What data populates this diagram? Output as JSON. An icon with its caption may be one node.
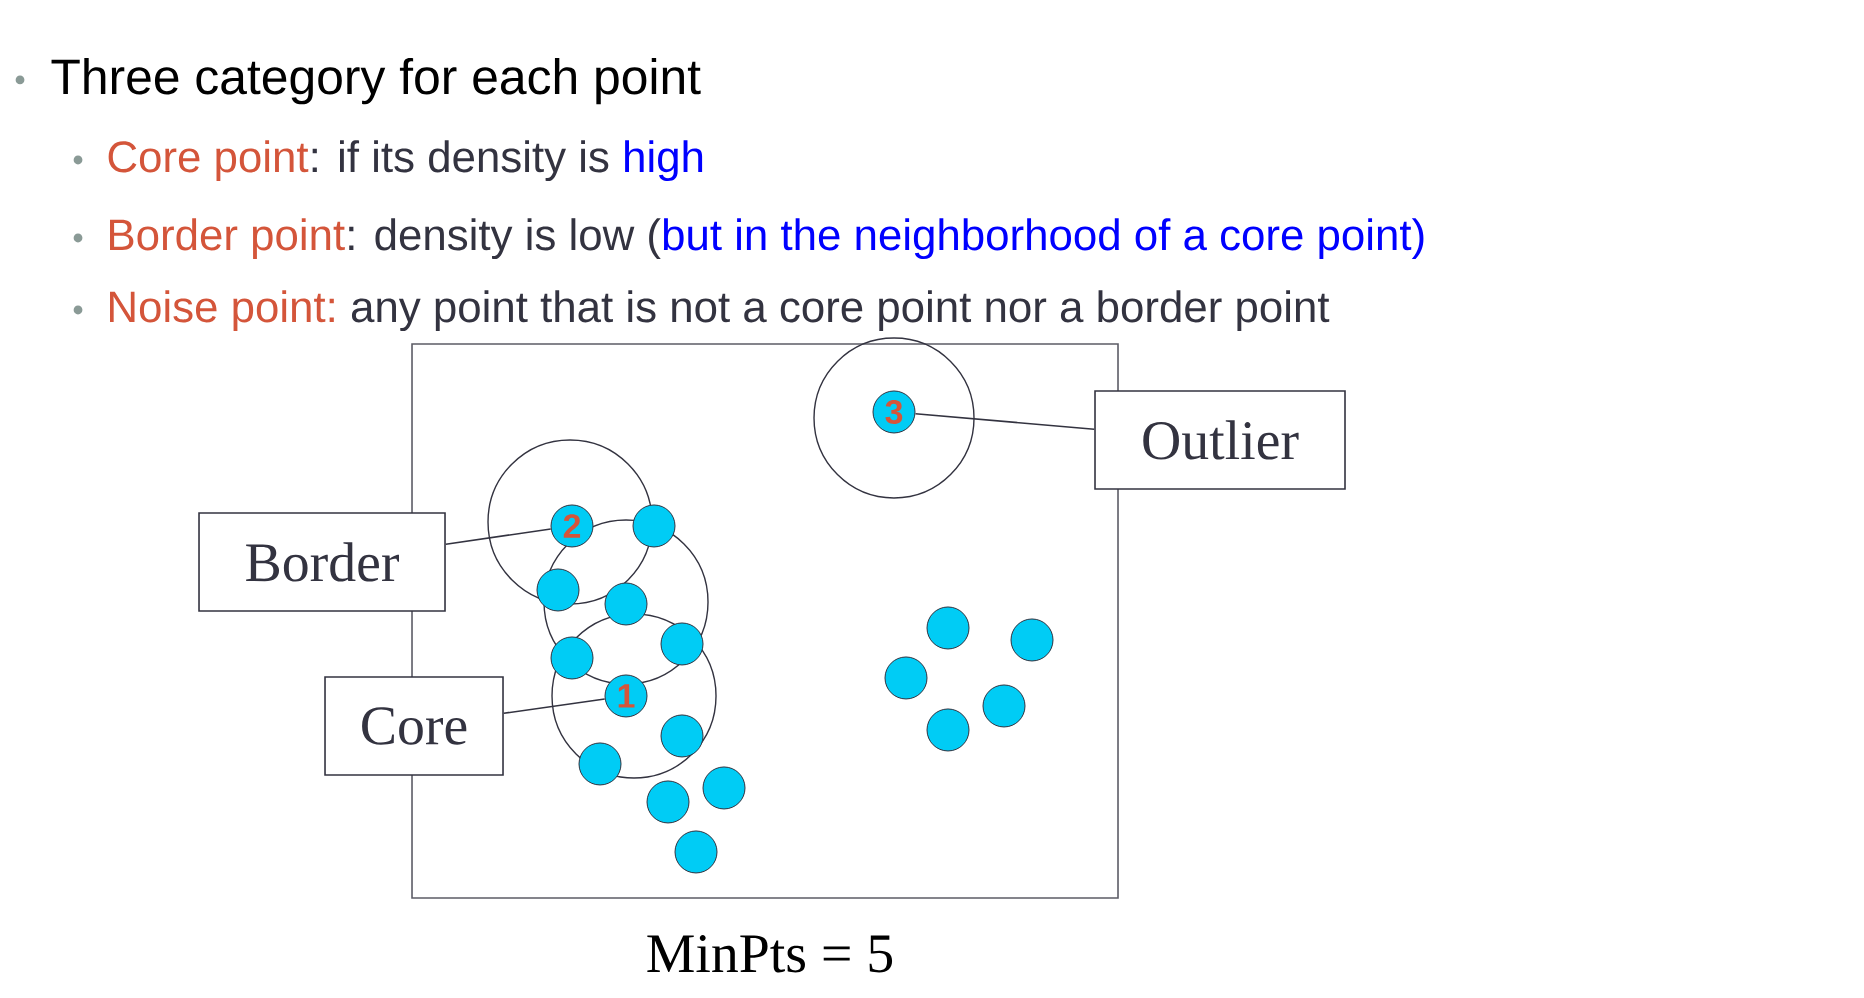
{
  "diagram": {
    "nodes": [
      {
        "text": [
          "3"
        ]
      },
      {
        "text": [
          "Outlier"
        ]
      },
      {
        "text": [
          "2"
        ]
      },
      {
        "text": [],
        "shape": "circle"
      },
      {
        "text": [
          "Border"
        ]
      },
      {
        "text": [],
        "shape": "circle"
      },
      {
        "text": [],
        "shape": "circle"
      },
      {
        "text": [],
        "shape": "circle"
      },
      {
        "text": [],
        "shape": "circle"
      },
      {
        "text": [],
        "shape": "circle"
      },
      {
        "text": [],
        "shape": "circle"
      },
      {
        "text": [],
        "shape": "circle"
      },
      {
        "text": [
          "Core"
        ]
      },
      {
        "text": [
          "1"
        ]
      },
      {
        "text": [],
        "shape": "circle"
      },
      {
        "text": [],
        "shape": "circle"
      },
      {
        "text": [],
        "shape": "circle"
      },
      {
        "text": [],
        "shape": "circle"
      },
      {
        "text": [],
        "shape": "circle"
      },
      {
        "text": [],
        "shape": "circle"
      },
      {
        "text": [],
        "shape": "circle"
      }
    ],
    "edges": [
      {
        "from": 1,
        "to": 0,
        "arrow": "none"
      },
      {
        "from": 4,
        "to": 2,
        "arrow": "none"
      },
      {
        "from": 12,
        "to": 13,
        "arrow": "none"
      }
    ],
    "labels": [
      "Three category for each point",
      "Core point",
      ": if its density is",
      "high",
      "Border point",
      ": density is low (",
      "but in the neighborhood of a core point)",
      "Noise point:",
      "any point that is not a core point nor a border point",
      "MinPts = 5"
    ]
  }
}
